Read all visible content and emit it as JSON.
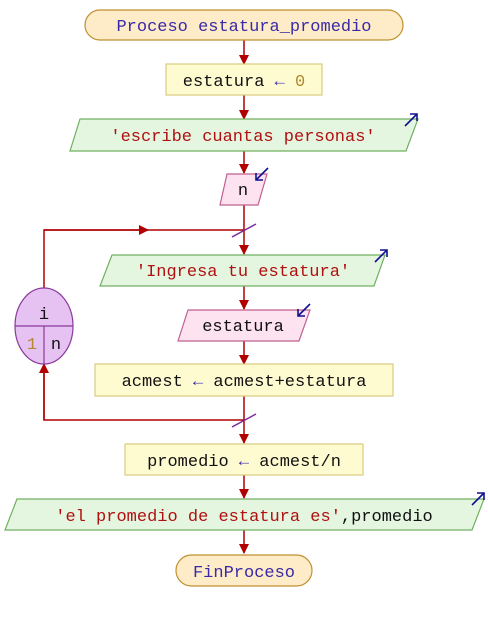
{
  "colors": {
    "line": "#b00000",
    "arrowhead": "#b00000",
    "terminator_fill": "#fdecc7",
    "terminator_stroke": "#c09030",
    "keyword_text": "#3a2aa8",
    "assign_fill": "#fffbd1",
    "assign_stroke": "#d8cc80",
    "output_fill": "#e4f6e0",
    "output_stroke": "#70b060",
    "input_fill": "#fde2f0",
    "input_stroke": "#c06090",
    "string_text": "#b01010",
    "number_text": "#b08a30",
    "var_text": "#111111",
    "io_arrow": "#101090",
    "loop_fill": "#e6c2f2",
    "loop_stroke": "#8a3a9a",
    "loop_tick": "#7a2a9a"
  },
  "start": {
    "label": "Proceso estatura_promedio"
  },
  "step1": {
    "var": "estatura",
    "arrow": "←",
    "value": "0"
  },
  "step2": {
    "text": "'escribe cuantas personas'"
  },
  "step3": {
    "var": "n"
  },
  "loop": {
    "var": "i",
    "from": "1",
    "to": "n"
  },
  "step4": {
    "text": "'Ingresa tu estatura'"
  },
  "step5": {
    "var": "estatura"
  },
  "step6": {
    "var": "acmest",
    "arrow": "←",
    "expr": "acmest+estatura"
  },
  "step7": {
    "var": "promedio",
    "arrow": "←",
    "expr": "acmest/n"
  },
  "step8": {
    "text": "'el promedio de estatura es'",
    "sep": ",",
    "var": "promedio"
  },
  "end": {
    "label": "FinProceso"
  }
}
